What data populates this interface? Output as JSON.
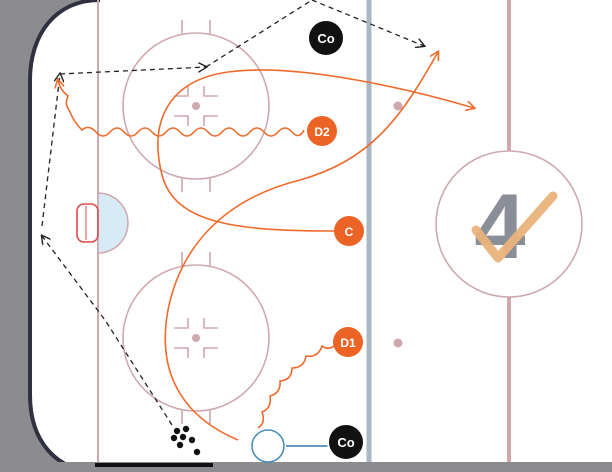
{
  "diagram": {
    "colors": {
      "ice": "#ffffff",
      "outside": "#8c8c90",
      "boards": "#2f3040",
      "line": "#cfa8ad",
      "blue_line": "#a9b7c4",
      "crease": "#d6ebf7",
      "route_player": "#f06a2b",
      "route_puck": "#222222",
      "coach_token": "#111111",
      "player_token": "#ec6326",
      "logo_gray": "#8a8e98",
      "logo_check": "#e9b27a",
      "pass_line": "#4b8db5"
    },
    "players": [
      {
        "id": "co-top",
        "label": "Co",
        "role": "coach"
      },
      {
        "id": "d2",
        "label": "D2",
        "role": "player"
      },
      {
        "id": "c",
        "label": "C",
        "role": "player"
      },
      {
        "id": "d1",
        "label": "D1",
        "role": "player"
      },
      {
        "id": "co-bottom",
        "label": "Co",
        "role": "coach"
      }
    ],
    "center_logo_text": "4"
  }
}
